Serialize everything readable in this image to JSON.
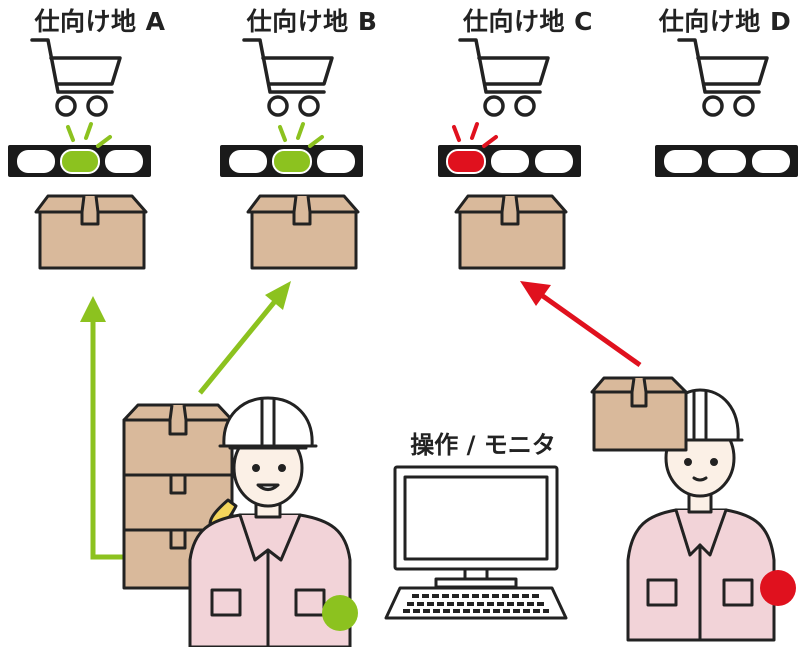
{
  "stations": [
    {
      "label": "仕向け地 A",
      "lamp": "lit",
      "lit_color": "#8cc21f",
      "lit_index": 1
    },
    {
      "label": "仕向け地 B",
      "lamp": "lit",
      "lit_color": "#8cc21f",
      "lit_index": 1
    },
    {
      "label": "仕向け地 C",
      "lamp": "lit",
      "lit_color": "#e0111e",
      "lit_index": 0
    },
    {
      "label": "仕向け地 D",
      "lamp": "off",
      "lit_color": "",
      "lit_index": -1
    }
  ],
  "terminal": {
    "label": "操作 / モニタ"
  },
  "colors": {
    "green": "#8cc21f",
    "red": "#e0111e",
    "box": "#d9b99b",
    "panel": "#1a1a1a",
    "uniform": "#f2d3d8",
    "skin": "#fbf0e6",
    "hair_blonde": "#f4d55b"
  },
  "workers": [
    {
      "role": "worker-left",
      "status_color": "#8cc21f"
    },
    {
      "role": "worker-right",
      "status_color": "#e0111e"
    }
  ]
}
